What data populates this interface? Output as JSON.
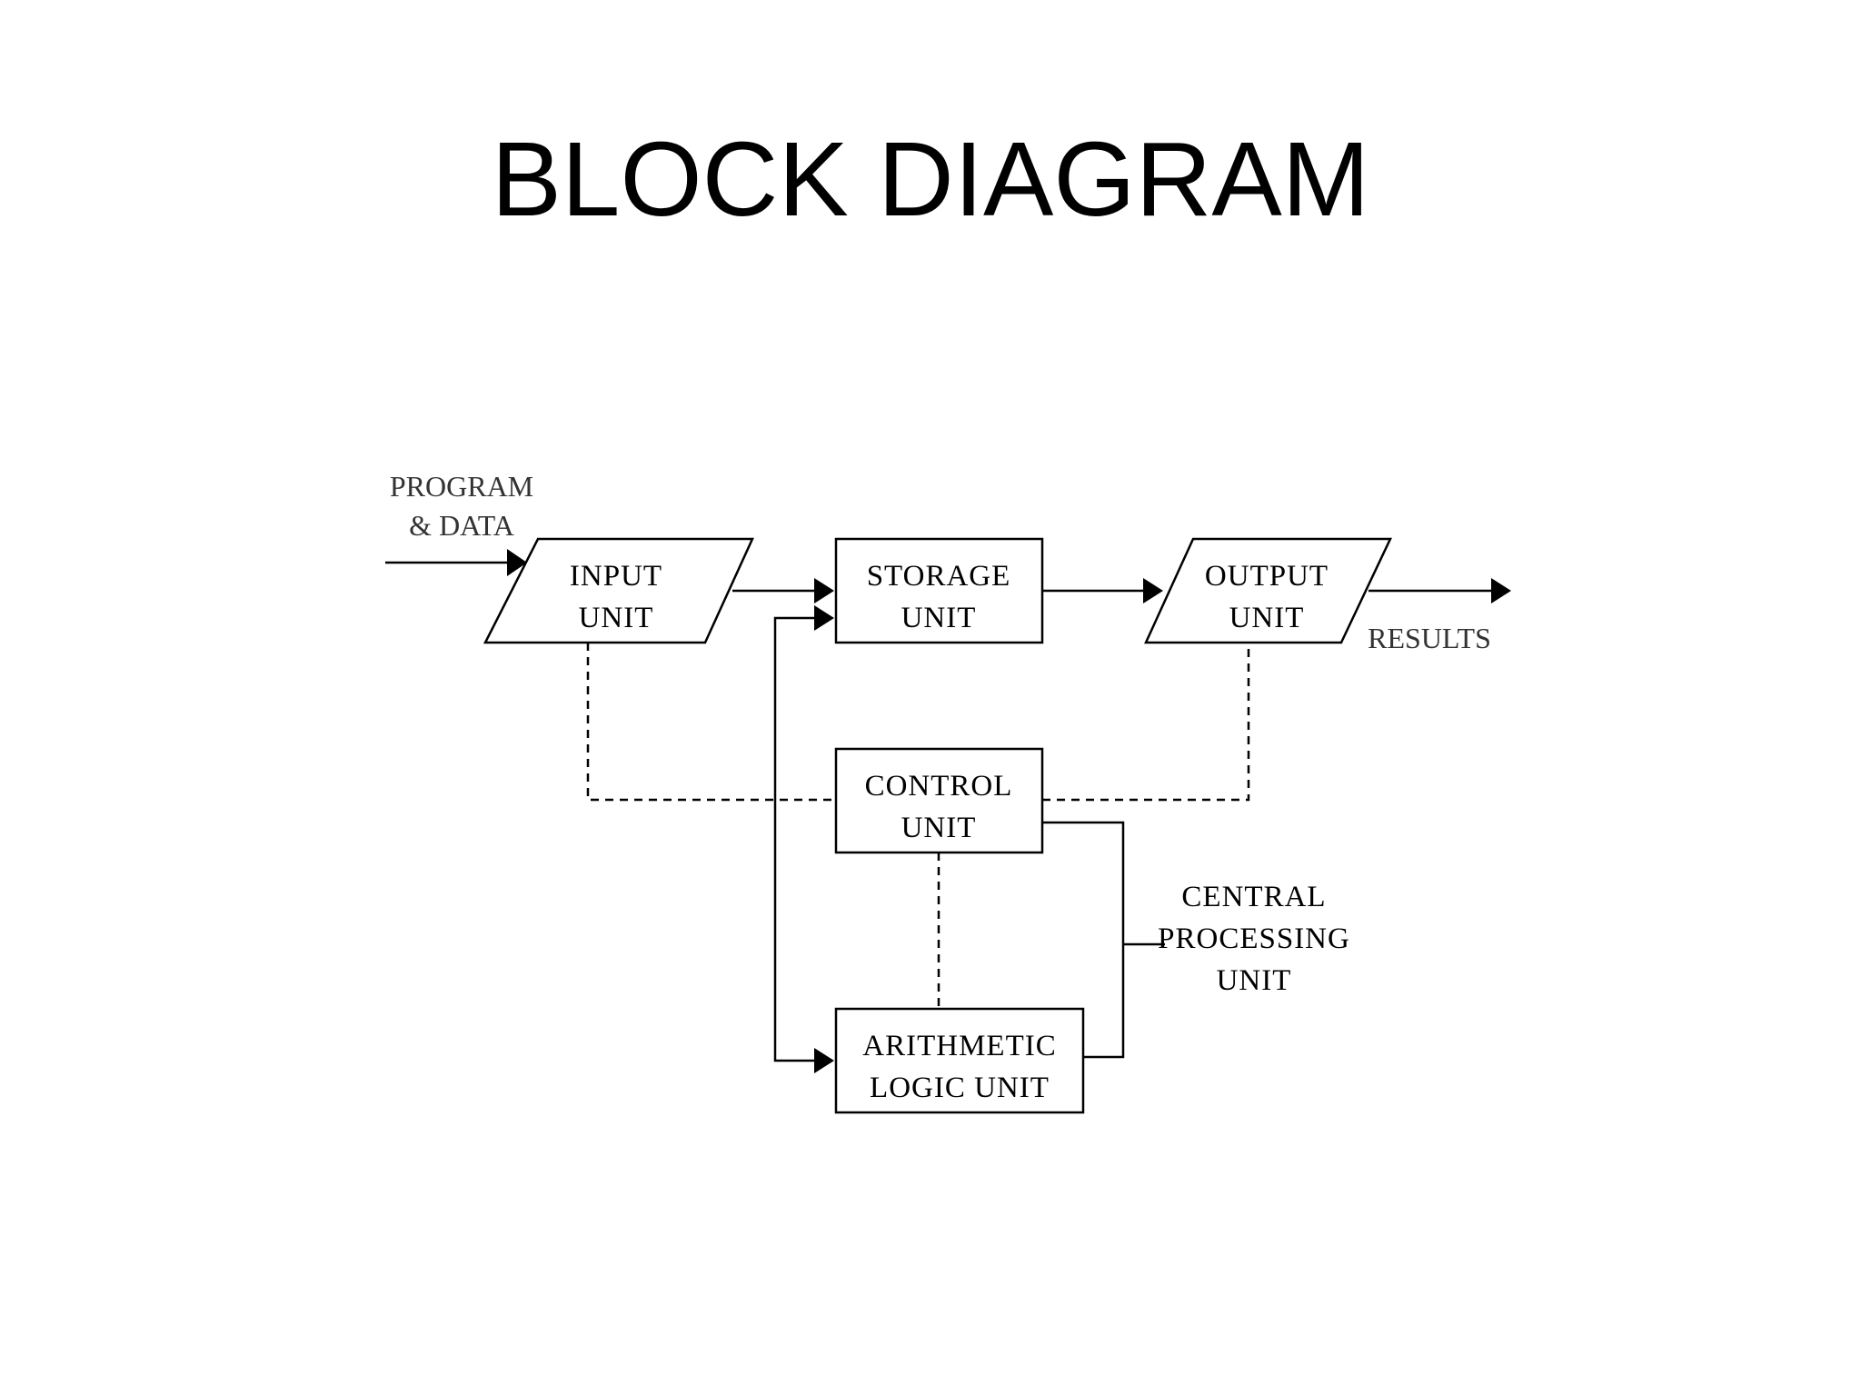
{
  "title": "BLOCK DIAGRAM",
  "inputs": {
    "line1": "PROGRAM",
    "line2": "& DATA"
  },
  "outputs": {
    "label": "RESULTS"
  },
  "blocks": {
    "input_unit": {
      "line1": "INPUT",
      "line2": "UNIT"
    },
    "storage_unit": {
      "line1": "STORAGE",
      "line2": "UNIT"
    },
    "output_unit": {
      "line1": "OUTPUT",
      "line2": "UNIT"
    },
    "control_unit": {
      "line1": "CONTROL",
      "line2": "UNIT"
    },
    "alu": {
      "line1": "ARITHMETIC",
      "line2": "LOGIC UNIT"
    }
  },
  "cpu_label": {
    "line1": "CENTRAL",
    "line2": "PROCESSING",
    "line3": "UNIT"
  }
}
